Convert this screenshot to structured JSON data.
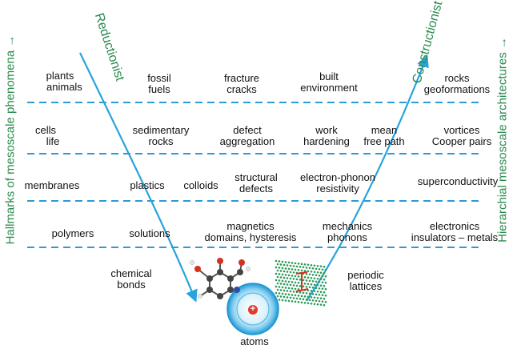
{
  "side_labels": {
    "left": "Hallmarks of mesoscale phenomena →",
    "right": "Hierarchial mesoscale architectures →"
  },
  "arrows": {
    "reductionist": "Reductionist",
    "constructionist": "Constructionist"
  },
  "rows": [
    {
      "items": [
        {
          "text": "plants\n   animals"
        },
        {
          "text": "fossil\nfuels"
        },
        {
          "text": "fracture\ncracks"
        },
        {
          "text": "built\nenvironment"
        },
        {
          "text": "rocks\ngeoformations"
        }
      ]
    },
    {
      "items": [
        {
          "text": "cells\n     life"
        },
        {
          "text": "sedimentary\nrocks"
        },
        {
          "text": "defect\naggregation"
        },
        {
          "text": "work\nhardening"
        },
        {
          "text": "mean\nfree path"
        },
        {
          "text": "vortices\nCooper pairs"
        }
      ]
    },
    {
      "items": [
        {
          "text": "membranes"
        },
        {
          "text": "plastics"
        },
        {
          "text": "colloids"
        },
        {
          "text": "structural\ndefects"
        },
        {
          "text": "electron-phonon\nresistivity"
        },
        {
          "text": "superconductivity"
        }
      ]
    },
    {
      "items": [
        {
          "text": "polymers"
        },
        {
          "text": "solutions"
        },
        {
          "text": "magnetics\ndomains, hysteresis"
        },
        {
          "text": "mechanics\nphonons"
        },
        {
          "text": "electronics\ninsulators – metals"
        }
      ]
    }
  ],
  "bottom": {
    "chemical_bonds": "chemical\nbonds",
    "periodic_lattices": "periodic\nlattices",
    "atoms": "atoms",
    "nucleus_sign": "+"
  },
  "colors": {
    "green": "#2a8a4e",
    "blue": "#29a3dd",
    "dashed": "#2b9ad6",
    "text": "#111111"
  }
}
